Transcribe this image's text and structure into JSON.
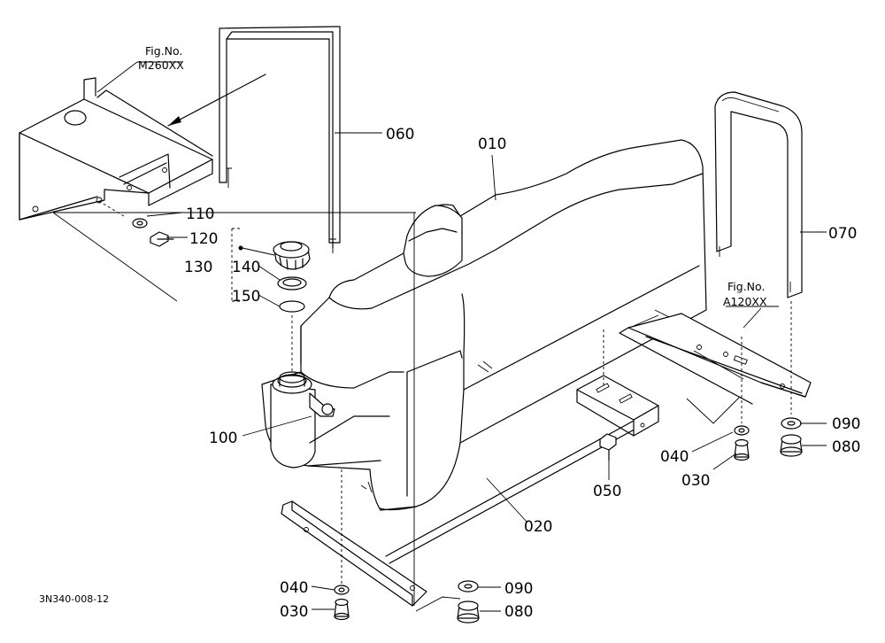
{
  "drawing_code": "3N340-008-12",
  "fig_refs": [
    {
      "id": "fig-ref-m260",
      "line1": "Fig.No.",
      "line2": "M260XX"
    },
    {
      "id": "fig-ref-a120",
      "line1": "Fig.No.",
      "line2": "A120XX"
    }
  ],
  "callouts": [
    {
      "id": "010",
      "text": "010"
    },
    {
      "id": "020",
      "text": "020"
    },
    {
      "id": "030a",
      "text": "030"
    },
    {
      "id": "030b",
      "text": "030"
    },
    {
      "id": "040a",
      "text": "040"
    },
    {
      "id": "040b",
      "text": "040"
    },
    {
      "id": "050",
      "text": "050"
    },
    {
      "id": "060",
      "text": "060"
    },
    {
      "id": "070",
      "text": "070"
    },
    {
      "id": "080a",
      "text": "080"
    },
    {
      "id": "080b",
      "text": "080"
    },
    {
      "id": "090a",
      "text": "090"
    },
    {
      "id": "090b",
      "text": "090"
    },
    {
      "id": "100",
      "text": "100"
    },
    {
      "id": "110",
      "text": "110"
    },
    {
      "id": "120",
      "text": "120"
    },
    {
      "id": "130",
      "text": "130"
    },
    {
      "id": "140",
      "text": "140"
    },
    {
      "id": "150",
      "text": "150"
    }
  ]
}
